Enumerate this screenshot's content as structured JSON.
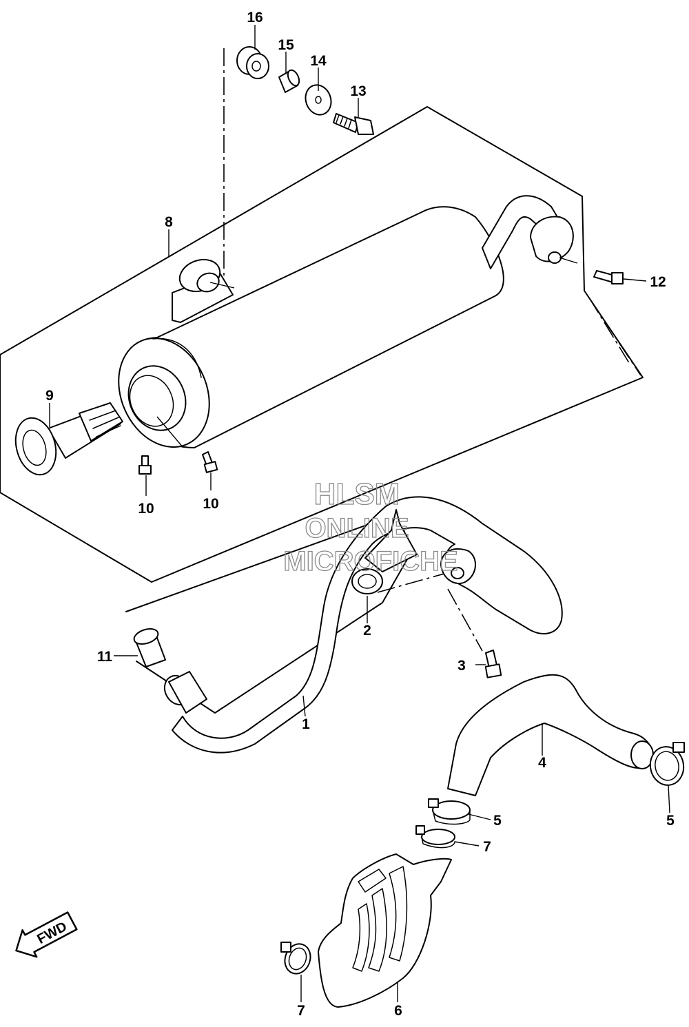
{
  "watermark": {
    "line1": "HLSM",
    "line2": "ONLINE",
    "line3": "MICROFICHE"
  },
  "direction_badge": "FWD",
  "callouts": [
    {
      "id": "c16",
      "text": "16"
    },
    {
      "id": "c15",
      "text": "15"
    },
    {
      "id": "c14",
      "text": "14"
    },
    {
      "id": "c13",
      "text": "13"
    },
    {
      "id": "c8",
      "text": "8"
    },
    {
      "id": "c12",
      "text": "12"
    },
    {
      "id": "c9",
      "text": "9"
    },
    {
      "id": "c10a",
      "text": "10"
    },
    {
      "id": "c10b",
      "text": "10"
    },
    {
      "id": "c2",
      "text": "2"
    },
    {
      "id": "c11",
      "text": "11"
    },
    {
      "id": "c3",
      "text": "3"
    },
    {
      "id": "c1",
      "text": "1"
    },
    {
      "id": "c4",
      "text": "4"
    },
    {
      "id": "c5a",
      "text": "5"
    },
    {
      "id": "c5b",
      "text": "5"
    },
    {
      "id": "c7a",
      "text": "7"
    },
    {
      "id": "c7b",
      "text": "7"
    },
    {
      "id": "c6",
      "text": "6"
    }
  ]
}
